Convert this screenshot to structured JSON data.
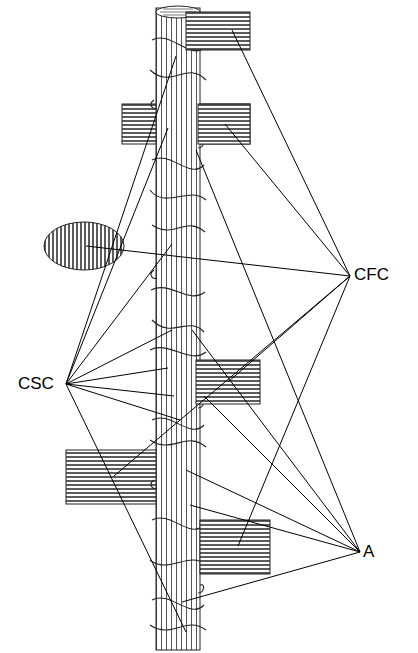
{
  "diagram": {
    "labels": [
      "CFC",
      "CSC",
      "A"
    ]
  }
}
